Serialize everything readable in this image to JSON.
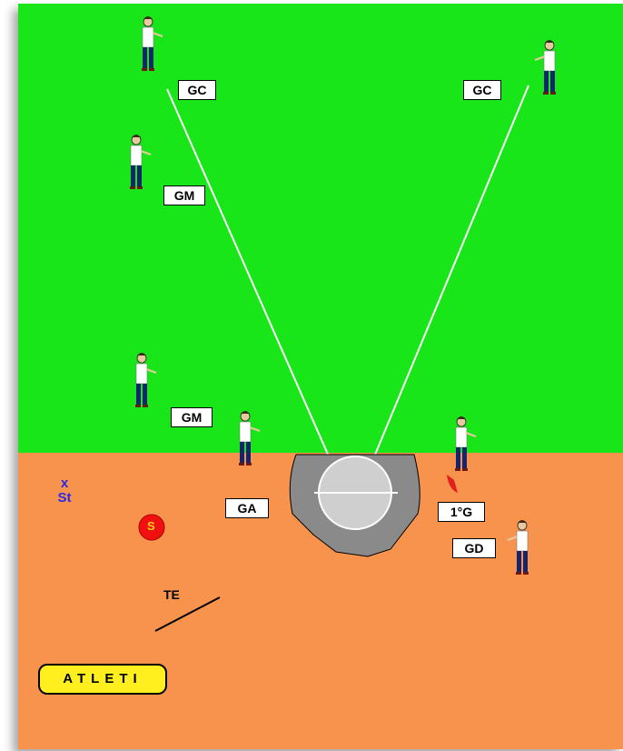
{
  "colors": {
    "grass": "#19e619",
    "dirt": "#f7934d",
    "ball": "#f01010",
    "ball_text": "#ffd21a",
    "xst_text": "#2a2ae6",
    "atleti_bg": "#ffef1f",
    "pit": "#8a8a8a",
    "plate": "#cfcfcf"
  },
  "labels": {
    "gc_left": "GC",
    "gc_right": "GC",
    "gm_upper": "GM",
    "gm_lower": "GM",
    "ga": "GA",
    "first_g": "1°G",
    "gd": "GD",
    "te": "TE",
    "x": "x",
    "st": "St",
    "ball": "S",
    "atleti": "ATLETI"
  },
  "icons": {
    "player": "standing-player-figure",
    "ball": "softball-icon",
    "bat": "bat-line-icon",
    "home_plate_area": "batter-circle-icon"
  }
}
